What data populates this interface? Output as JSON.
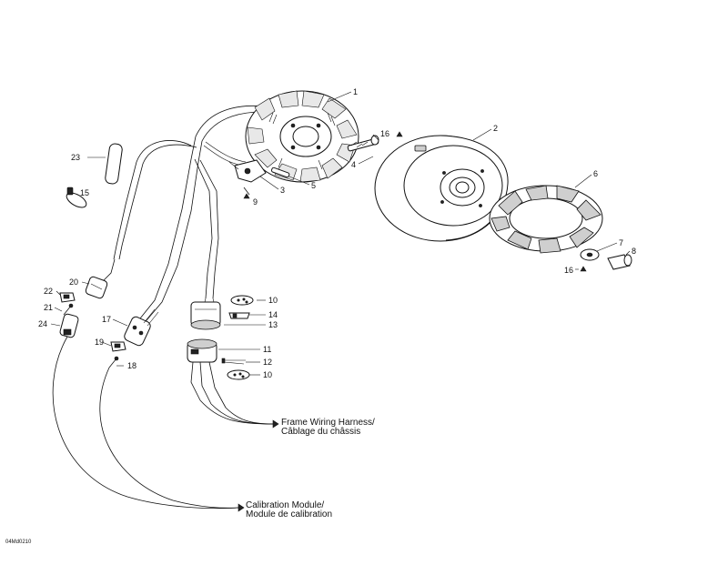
{
  "labels": {
    "p1": "1",
    "p2": "2",
    "p3": "3",
    "p4": "4",
    "p5": "5",
    "p6": "6",
    "p7": "7",
    "p8": "8",
    "p9": "9",
    "p10a": "10",
    "p10b": "10",
    "p11": "11",
    "p12": "12",
    "p13": "13",
    "p14": "14",
    "p16a": "16",
    "p16b": "16",
    "p17": "17",
    "p18": "18",
    "p19": "19",
    "p20": "20",
    "p21": "21",
    "p22": "22",
    "p23": "23",
    "p24": "24",
    "p15": "15"
  },
  "notes": {
    "frame_line1": "Frame Wiring Harness/",
    "frame_line2": "Câblage du châssis",
    "cal_line1": "Calibration Module/",
    "cal_line2": "Module de calibration"
  },
  "drawing_code": "04Md0210"
}
